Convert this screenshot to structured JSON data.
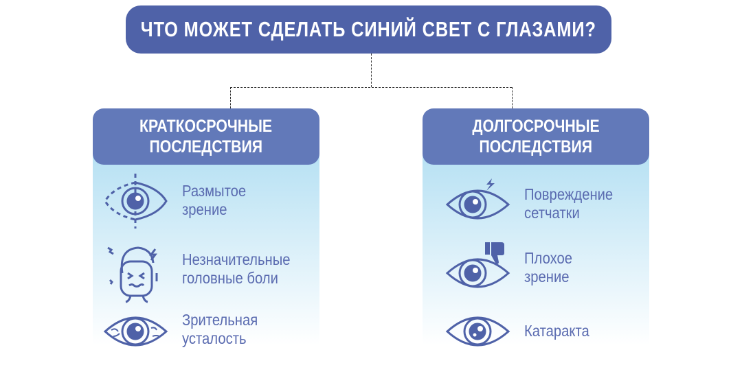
{
  "title": "ЧТО МОЖЕТ СДЕЛАТЬ СИНИЙ СВЕТ С ГЛАЗАМИ?",
  "colors": {
    "title_bg": "#4f62a8",
    "header_bg": "#6279b9",
    "icon": "#4f62a8",
    "text": "#5a6bb0"
  },
  "short_term": {
    "heading": [
      "КРАТКОСРОЧНЫЕ",
      "ПОСЛЕДСТВИЯ"
    ],
    "items": [
      {
        "icon": "blurred-eye-icon",
        "lines": [
          "Размытое",
          "зрение"
        ]
      },
      {
        "icon": "headache-face-icon",
        "lines": [
          "Незначительные",
          "головные боли"
        ]
      },
      {
        "icon": "strained-eye-icon",
        "lines": [
          "Зрительная",
          "усталость"
        ]
      }
    ]
  },
  "long_term": {
    "heading": [
      "ДОЛГОСРОЧНЫЕ",
      "ПОСЛЕДСТВИЯ"
    ],
    "items": [
      {
        "icon": "damaged-eye-icon",
        "lines": [
          "Повреждение",
          "сетчатки"
        ]
      },
      {
        "icon": "thumbs-down-eye-icon",
        "lines": [
          "Плохое",
          "зрение"
        ]
      },
      {
        "icon": "cataract-eye-icon",
        "lines": [
          "Катаракта"
        ]
      }
    ]
  }
}
